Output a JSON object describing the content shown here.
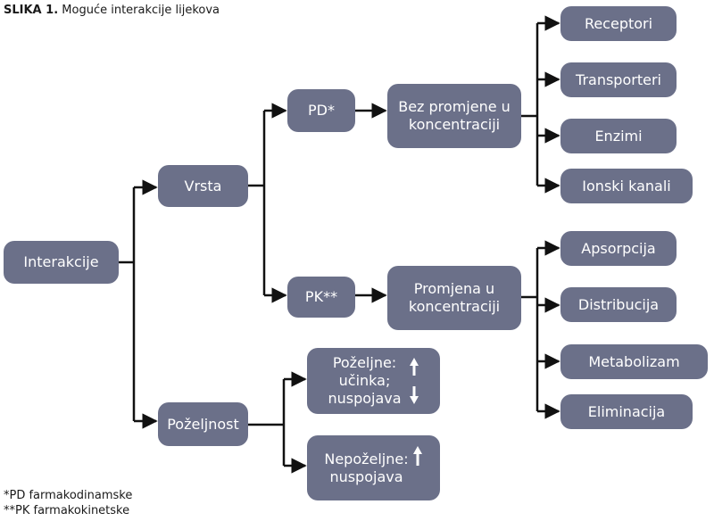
{
  "caption": {
    "label": "SLIKA 1.",
    "text": "Moguće interakcije lijekova"
  },
  "nodes": {
    "interakcije": "Interakcije",
    "vrsta": "Vrsta",
    "pozeljnost": "Poželjnost",
    "pd": "PD*",
    "pk": "PK**",
    "bez_promjene": [
      "Bez promjene u",
      "koncentraciji"
    ],
    "promjena": [
      "Promjena u",
      "koncentraciji"
    ],
    "pozeljne": [
      "Poželjne:",
      "učinka;",
      "nuspojava"
    ],
    "nepozeljne": [
      "Nepoželjne:",
      "nuspojava"
    ],
    "receptori": "Receptori",
    "transporteri": "Transporteri",
    "enzimi": "Enzimi",
    "ionski": "Ionski kanali",
    "apsorpcija": "Apsorpcija",
    "distribucija": "Distribucija",
    "metabolizam": "Metabolizam",
    "eliminacija": "Eliminacija"
  },
  "footnotes": [
    "*PD farmakodinamske",
    "**PK farmakokinetske"
  ],
  "colors": {
    "node_fill": "#6b7089",
    "edge": "#111111"
  }
}
